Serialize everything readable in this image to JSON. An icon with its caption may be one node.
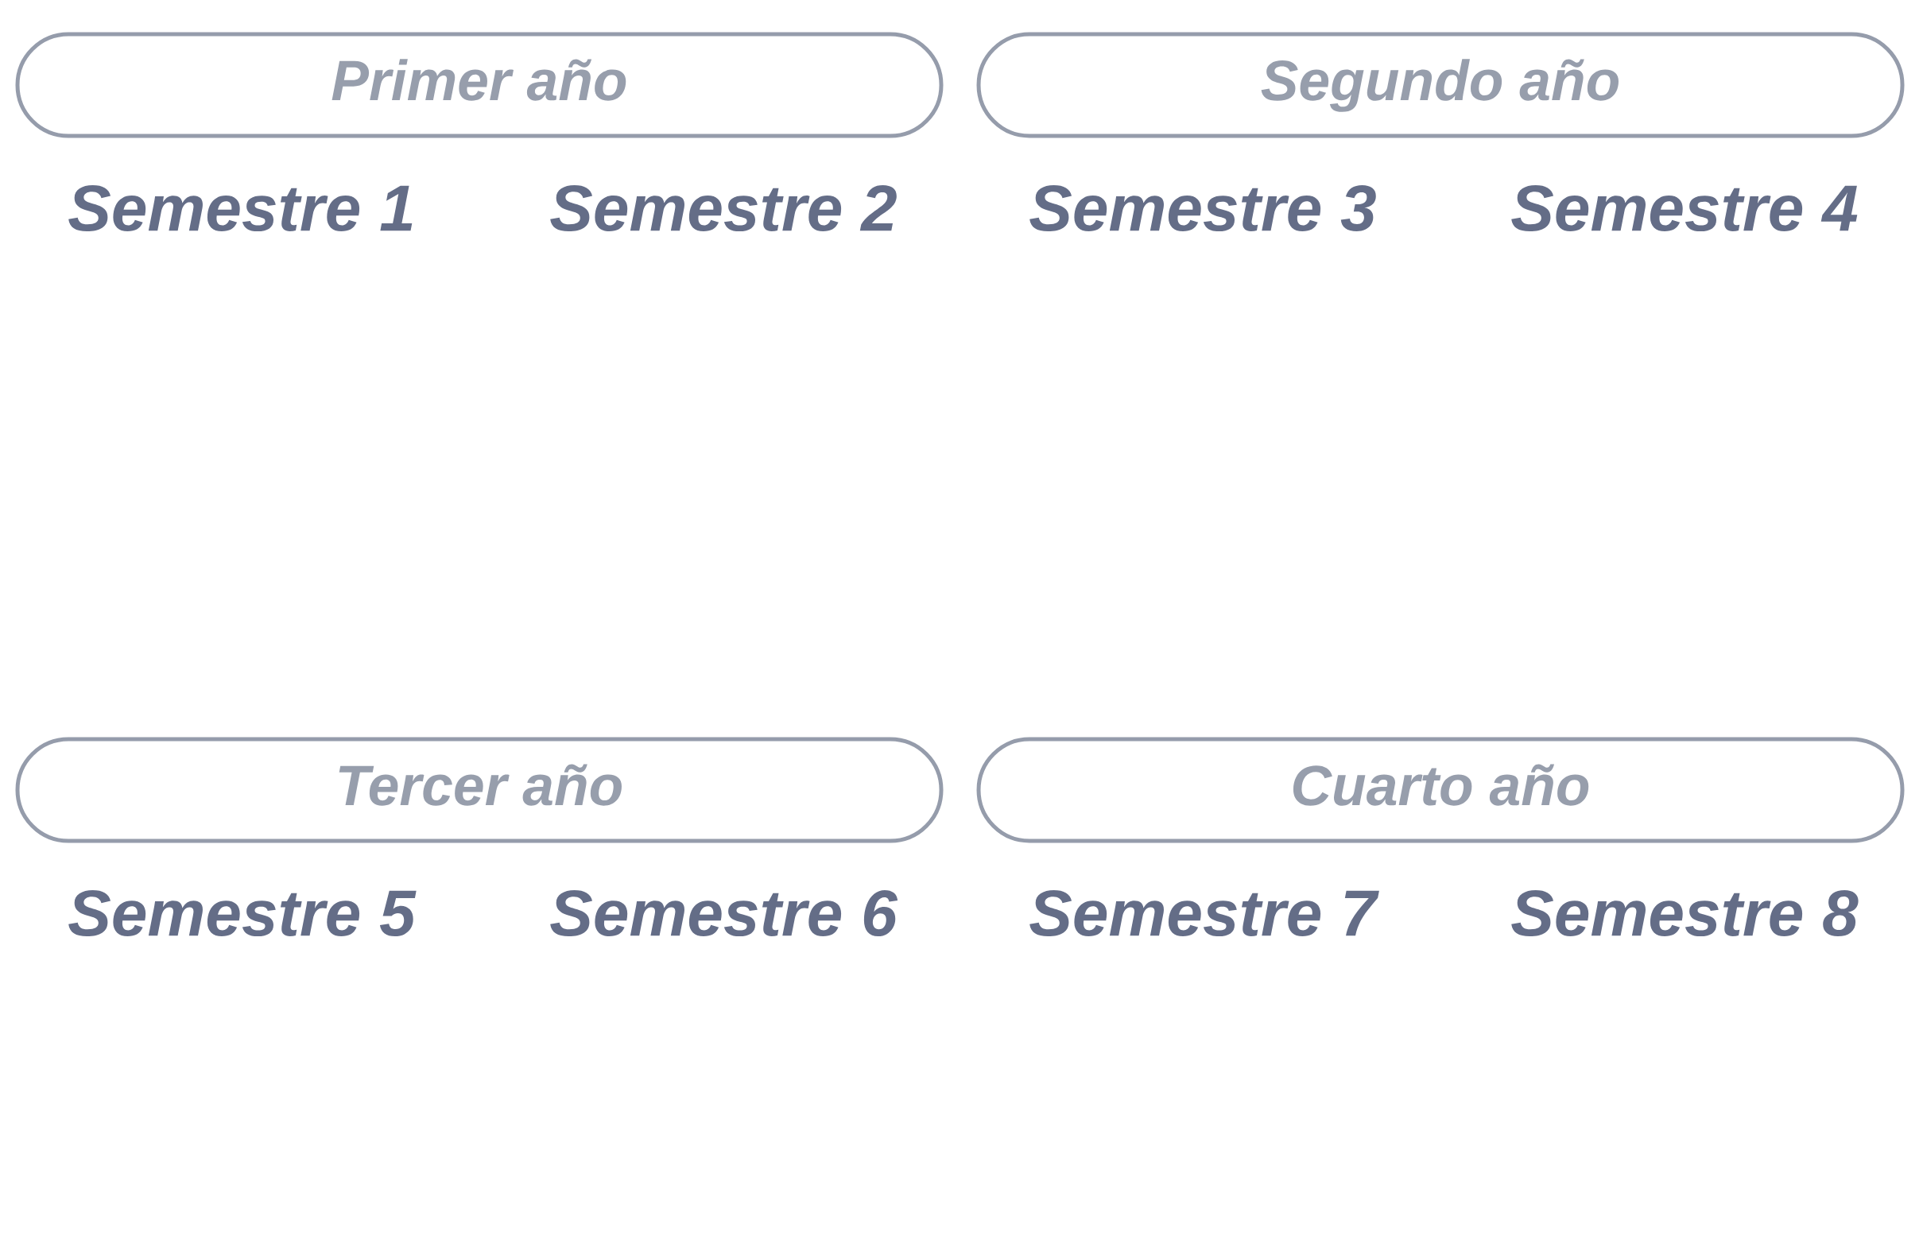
{
  "diagram": {
    "nodes": [
      {
        "text": [
          "Primer año"
        ],
        "beside": [
          "Semestre 1",
          "Semestre 2"
        ]
      },
      {
        "text": [
          "Segundo año"
        ],
        "beside": [
          "Semestre 3",
          "Semestre 4"
        ]
      },
      {
        "text": [
          "Tercer año"
        ],
        "beside": [
          "Semestre 5",
          "Semestre 6"
        ]
      },
      {
        "text": [
          "Cuarto año"
        ],
        "beside": [
          "Semestre 7",
          "Semestre 8"
        ]
      }
    ]
  }
}
